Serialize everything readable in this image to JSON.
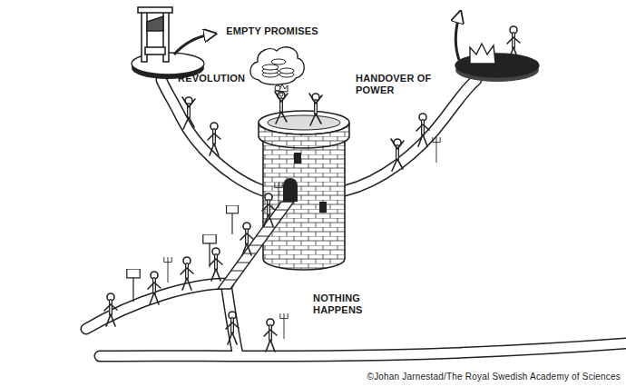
{
  "diagram": {
    "labels": [
      "EMPTY PROMISES",
      "REVOLUTION",
      "HANDOVER OF POWER",
      "NOTHING HAPPENS",
      "©Johan Jarnestad/The Royal Swedish Academy of Sciences"
    ]
  }
}
